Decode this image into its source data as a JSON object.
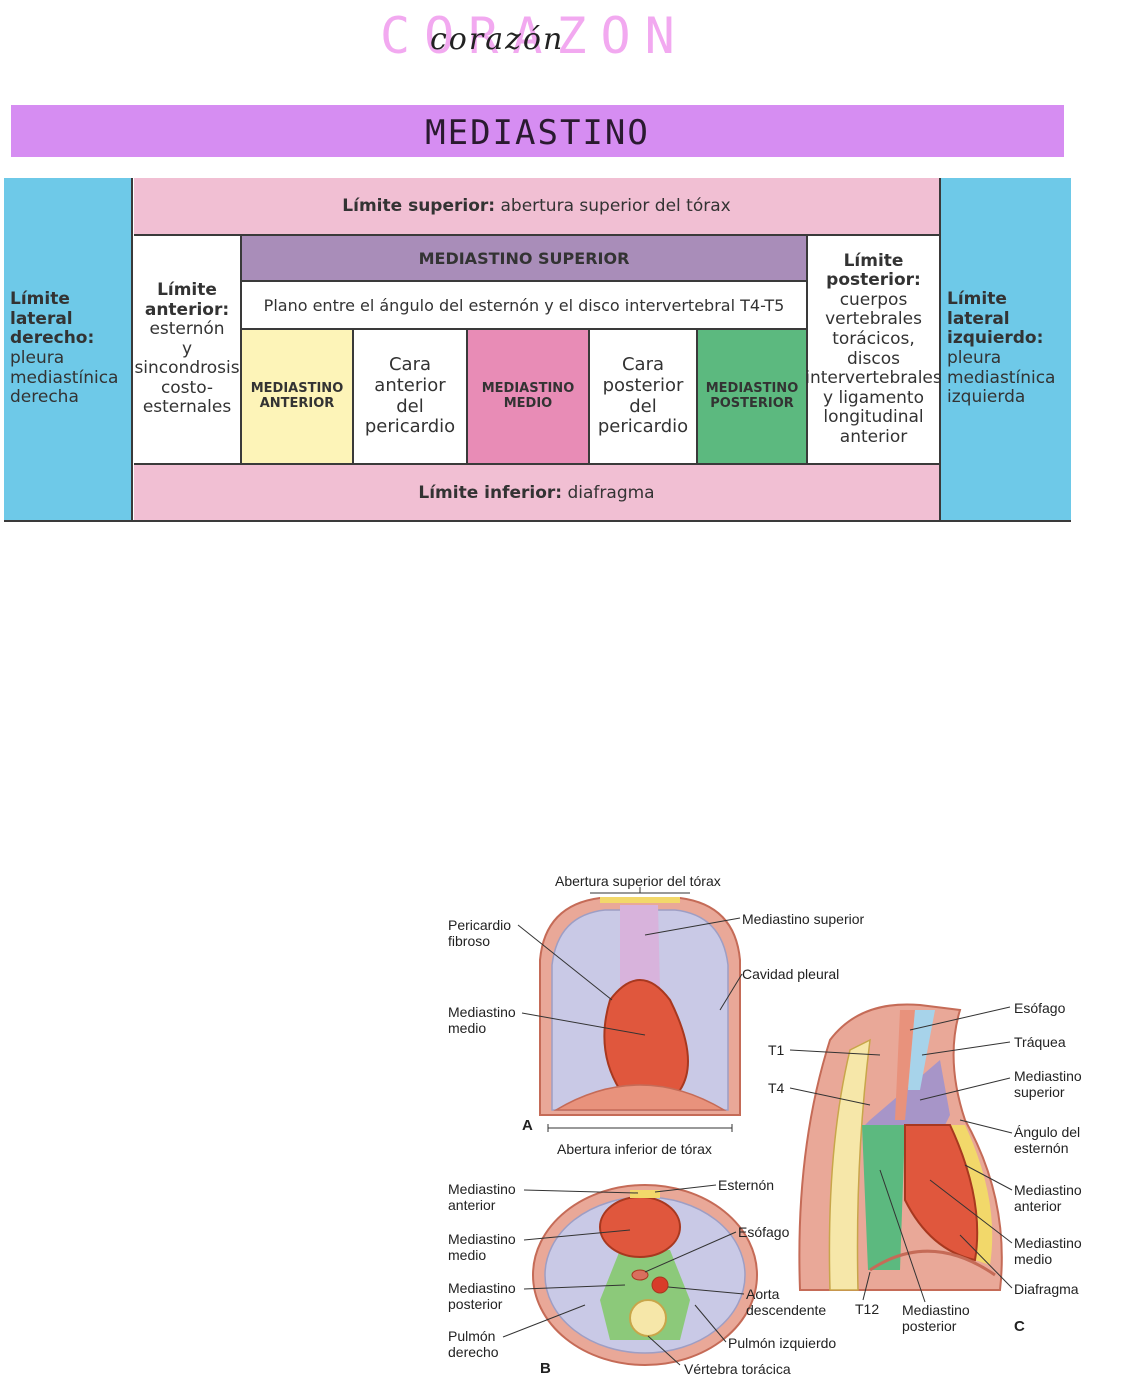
{
  "header": {
    "title_block": "CORAZON",
    "title_script": "corazón"
  },
  "section": {
    "title": "MEDIASTINO"
  },
  "table": {
    "superior_label": "Límite superior:",
    "superior_value": "abertura superior del tórax",
    "inferior_label": "Límite inferior:",
    "inferior_value": "diafragma",
    "lat_der_label": [
      "Límite",
      "lateral",
      "derecho:"
    ],
    "lat_der_value": [
      "pleura",
      "mediastínica",
      "derecha"
    ],
    "lat_izq_label": [
      "Límite",
      "lateral",
      "izquierdo:"
    ],
    "lat_izq_value": [
      "pleura",
      "mediastínica",
      "izquierda"
    ],
    "anterior_label": [
      "Límite",
      "anterior:"
    ],
    "anterior_value": [
      "esternón",
      "y",
      "sincondrosis",
      "costo-",
      "esternales"
    ],
    "posterior_label": [
      "Límite",
      "posterior:"
    ],
    "posterior_value": [
      "cuerpos",
      "vertebrales",
      "torácicos,",
      "discos",
      "intervertebrales",
      "y ligamento",
      "longitudinal",
      "anterior"
    ],
    "med_superior": "MEDIASTINO SUPERIOR",
    "plano": "Plano entre el ángulo del esternón y el disco intervertebral T4-T5",
    "med_anterior": [
      "MEDIASTINO",
      "ANTERIOR"
    ],
    "cara_anterior": [
      "Cara",
      "anterior",
      "del",
      "pericardio"
    ],
    "med_medio": [
      "MEDIASTINO",
      "MEDIO"
    ],
    "cara_posterior": [
      "Cara",
      "posterior",
      "del",
      "pericardio"
    ],
    "med_posterior": [
      "MEDIASTINO",
      "POSTERIOR"
    ]
  },
  "figure": {
    "a": {
      "letter": "A",
      "top": "Abertura superior del tórax",
      "bottom": "Abertura inferior de tórax",
      "pericardio": [
        "Pericardio",
        "fibroso"
      ],
      "med_medio": [
        "Mediastino",
        "medio"
      ],
      "med_superior": "Mediastino superior",
      "cavidad": "Cavidad pleural"
    },
    "b": {
      "letter": "B",
      "med_anterior": [
        "Mediastino",
        "anterior"
      ],
      "med_medio": [
        "Mediastino",
        "medio"
      ],
      "med_posterior": [
        "Mediastino",
        "posterior"
      ],
      "pulmon_der": [
        "Pulmón",
        "derecho"
      ],
      "esternon": "Esternón",
      "esofago": "Esófago",
      "aorta": [
        "Aorta",
        "descendente"
      ],
      "pulmon_izq": "Pulmón izquierdo",
      "vertebra": "Vértebra torácica"
    },
    "c": {
      "letter": "C",
      "t1": "T1",
      "t4": "T4",
      "t12": "T12",
      "esofago": "Esófago",
      "traquea": "Tráquea",
      "med_superior": [
        "Mediastino",
        "superior"
      ],
      "angulo": [
        "Ángulo del",
        "esternón"
      ],
      "med_anterior": [
        "Mediastino",
        "anterior"
      ],
      "med_medio": [
        "Mediastino",
        "medio"
      ],
      "diafragma": "Diafragma",
      "med_posterior": [
        "Mediastino",
        "posterior"
      ]
    }
  },
  "colors": {
    "title_pink": "#f2a9f0",
    "band": "#d68df2",
    "blue": "#6ec9e8",
    "pink": "#f1bfd3",
    "purple": "#a98db9",
    "yellow": "#fdf4b8",
    "magenta": "#e88cb6",
    "green": "#5cb97f"
  }
}
